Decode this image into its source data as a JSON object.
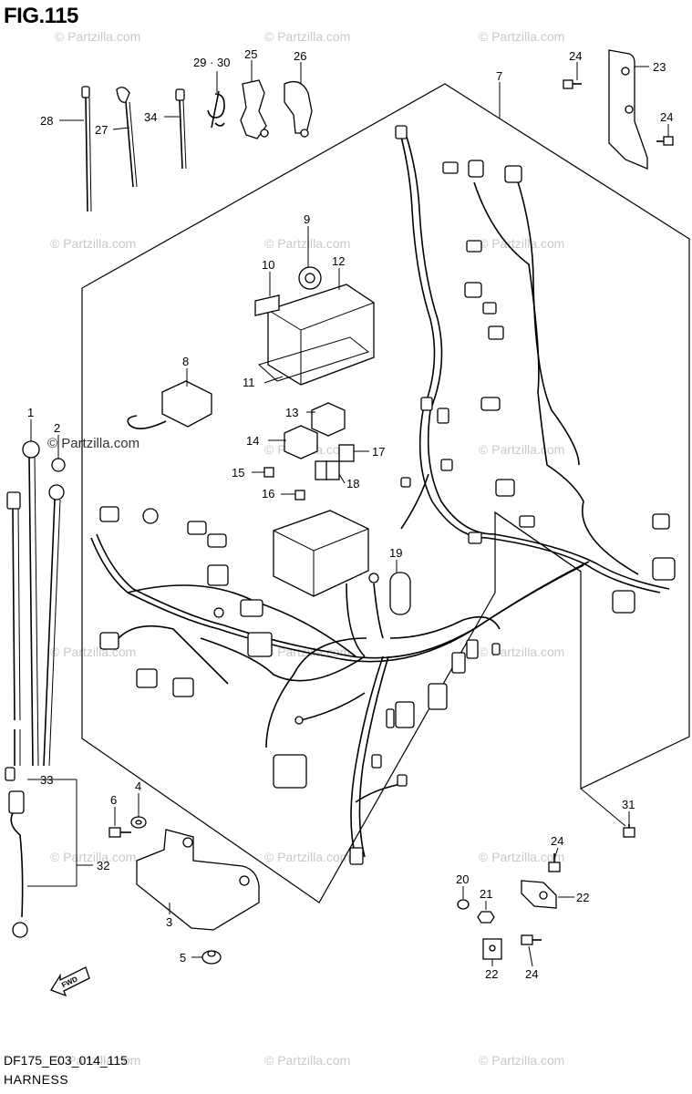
{
  "figure": {
    "title": "FIG.115"
  },
  "footer": {
    "code": "DF175_E03_014_115",
    "name": "HARNESS"
  },
  "watermark": {
    "text": "© Partzilla.com",
    "strong_text": "© Partzilla.com"
  },
  "direction_arrow": {
    "label": "FWD"
  },
  "callouts": [
    {
      "id": "c1",
      "label": "1"
    },
    {
      "id": "c2",
      "label": "2"
    },
    {
      "id": "c3",
      "label": "3"
    },
    {
      "id": "c4",
      "label": "4"
    },
    {
      "id": "c5",
      "label": "5"
    },
    {
      "id": "c6",
      "label": "6"
    },
    {
      "id": "c7",
      "label": "7"
    },
    {
      "id": "c8",
      "label": "8"
    },
    {
      "id": "c9",
      "label": "9"
    },
    {
      "id": "c10",
      "label": "10"
    },
    {
      "id": "c11",
      "label": "11"
    },
    {
      "id": "c12",
      "label": "12"
    },
    {
      "id": "c13",
      "label": "13"
    },
    {
      "id": "c14",
      "label": "14"
    },
    {
      "id": "c15",
      "label": "15"
    },
    {
      "id": "c16",
      "label": "16"
    },
    {
      "id": "c17",
      "label": "17"
    },
    {
      "id": "c18",
      "label": "18"
    },
    {
      "id": "c19",
      "label": "19"
    },
    {
      "id": "c20",
      "label": "20"
    },
    {
      "id": "c21",
      "label": "21"
    },
    {
      "id": "c22a",
      "label": "22"
    },
    {
      "id": "c22b",
      "label": "22"
    },
    {
      "id": "c23",
      "label": "23"
    },
    {
      "id": "c24a",
      "label": "24"
    },
    {
      "id": "c24b",
      "label": "24"
    },
    {
      "id": "c24c",
      "label": "24"
    },
    {
      "id": "c24d",
      "label": "24"
    },
    {
      "id": "c25",
      "label": "25"
    },
    {
      "id": "c26",
      "label": "26"
    },
    {
      "id": "c27",
      "label": "27"
    },
    {
      "id": "c28",
      "label": "28"
    },
    {
      "id": "c2930",
      "label": "29 · 30"
    },
    {
      "id": "c31",
      "label": "31"
    },
    {
      "id": "c32",
      "label": "32"
    },
    {
      "id": "c33",
      "label": "33"
    },
    {
      "id": "c34",
      "label": "34"
    }
  ]
}
